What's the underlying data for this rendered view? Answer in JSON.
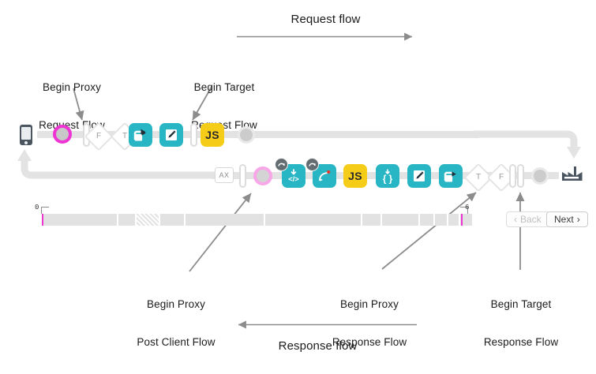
{
  "diagram": {
    "title_request": "Request flow",
    "title_response": "Response flow",
    "annotations": [
      {
        "id": "begin-proxy-request-flow",
        "line1": "Begin Proxy",
        "line2": "Request Flow"
      },
      {
        "id": "begin-target-request-flow",
        "line1": "Begin Target",
        "line2": "Request Flow"
      },
      {
        "id": "begin-proxy-post-client-flow",
        "line1": "Begin Proxy",
        "line2": "Post Client Flow"
      },
      {
        "id": "begin-proxy-response-flow",
        "line1": "Begin Proxy",
        "line2": "Response Flow"
      },
      {
        "id": "begin-target-response-flow",
        "line1": "Begin Target",
        "line2": "Response Flow"
      }
    ]
  },
  "request_row": {
    "nodes": [
      {
        "name": "client-device",
        "kind": "phone",
        "label": ""
      },
      {
        "name": "flow-start-marker",
        "kind": "ring-magenta",
        "label": ""
      },
      {
        "name": "flow-divider-1",
        "kind": "bar",
        "label": ""
      },
      {
        "name": "condition-false",
        "kind": "diamond",
        "label": "F"
      },
      {
        "name": "condition-true",
        "kind": "diamond",
        "label": "T"
      },
      {
        "name": "policy-route",
        "kind": "teal-route",
        "label": ""
      },
      {
        "name": "policy-edit",
        "kind": "teal-pencil",
        "label": ""
      },
      {
        "name": "flow-divider-2",
        "kind": "bar",
        "label": ""
      },
      {
        "name": "policy-javascript",
        "kind": "yellow-js",
        "label": "JS"
      },
      {
        "name": "flow-endpoint",
        "kind": "dot",
        "label": ""
      }
    ],
    "endpoint": {
      "name": "target-server",
      "kind": "factory",
      "label": ""
    }
  },
  "response_row": {
    "nodes": [
      {
        "name": "policy-ax",
        "kind": "axbox",
        "label": "AX"
      },
      {
        "name": "flow-divider-3",
        "kind": "bar",
        "label": ""
      },
      {
        "name": "post-client-marker",
        "kind": "ring-magenta-light",
        "label": ""
      },
      {
        "name": "policy-code",
        "kind": "teal-code",
        "label": ""
      },
      {
        "name": "policy-raise-fault",
        "kind": "teal-raise",
        "label": ""
      },
      {
        "name": "policy-javascript-2",
        "kind": "yellow-js",
        "label": "JS"
      },
      {
        "name": "policy-json",
        "kind": "teal-braces",
        "label": ""
      },
      {
        "name": "policy-edit-2",
        "kind": "teal-pencil",
        "label": ""
      },
      {
        "name": "policy-route-2",
        "kind": "teal-route",
        "label": ""
      },
      {
        "name": "condition-true-2",
        "kind": "diamond",
        "label": "T"
      },
      {
        "name": "condition-false-2",
        "kind": "diamond",
        "label": "F"
      },
      {
        "name": "flow-divider-4",
        "kind": "bar",
        "label": ""
      },
      {
        "name": "flow-divider-5",
        "kind": "bar",
        "label": ""
      },
      {
        "name": "flow-endpoint-2",
        "kind": "dot",
        "label": ""
      }
    ]
  },
  "timeline": {
    "left_marker_label": "0",
    "right_marker_label": "6",
    "segments": [
      {
        "width": 104,
        "hatched": false
      },
      {
        "width": 24,
        "hatched": false
      },
      {
        "width": 32,
        "hatched": true
      },
      {
        "width": 34,
        "hatched": false
      },
      {
        "width": 108,
        "hatched": false
      },
      {
        "width": 132,
        "hatched": false
      },
      {
        "width": 26,
        "hatched": false
      },
      {
        "width": 52,
        "hatched": false
      },
      {
        "width": 20,
        "hatched": false
      },
      {
        "width": 18,
        "hatched": false
      },
      {
        "width": 16,
        "hatched": false
      },
      {
        "width": 18,
        "hatched": false
      }
    ]
  },
  "nav": {
    "back_label": "Back",
    "next_label": "Next",
    "back_chevron": "‹",
    "next_chevron": "›"
  },
  "colors": {
    "teal": "#29b6c4",
    "yellow": "#f5cd19",
    "magenta": "#ef34d4",
    "magenta_light": "#f7a6e8",
    "rail": "#e3e3e3",
    "arrow": "#8c8c8c",
    "factory": "#4a5560"
  }
}
